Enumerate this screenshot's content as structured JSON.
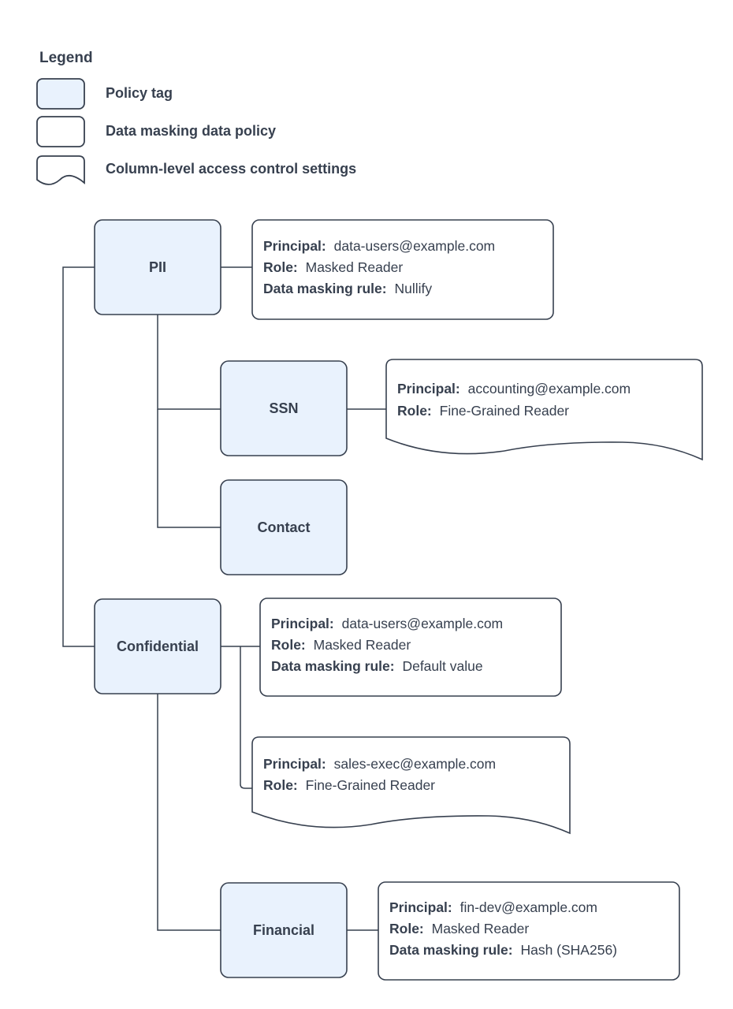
{
  "legend": {
    "title": "Legend",
    "items": [
      {
        "icon": "rounded-rect-blue-swatch",
        "label": "Policy tag"
      },
      {
        "icon": "rounded-rect-white-swatch",
        "label": "Data masking data policy"
      },
      {
        "icon": "wavy-bottom-document-swatch",
        "label": "Column-level access control settings"
      }
    ]
  },
  "nodes": {
    "pii": {
      "label": "PII"
    },
    "ssn": {
      "label": "SSN"
    },
    "contact": {
      "label": "Contact"
    },
    "confidential": {
      "label": "Confidential"
    },
    "financial": {
      "label": "Financial"
    }
  },
  "cards": {
    "pii_policy": {
      "shape": "rounded-rect",
      "lines": [
        {
          "key": "Principal:",
          "value": "data-users@example.com"
        },
        {
          "key": "Role:",
          "value": "Masked Reader"
        },
        {
          "key": "Data masking rule:",
          "value": "Nullify"
        }
      ]
    },
    "ssn_access": {
      "shape": "wavy-bottom",
      "lines": [
        {
          "key": "Principal:",
          "value": "accounting@example.com"
        },
        {
          "key": "Role:",
          "value": "Fine-Grained Reader"
        }
      ]
    },
    "confidential_policy": {
      "shape": "rounded-rect",
      "lines": [
        {
          "key": "Principal:",
          "value": "data-users@example.com"
        },
        {
          "key": "Role:",
          "value": "Masked Reader"
        },
        {
          "key": "Data masking rule:",
          "value": "Default value"
        }
      ]
    },
    "confidential_access": {
      "shape": "wavy-bottom",
      "lines": [
        {
          "key": "Principal:",
          "value": "sales-exec@example.com"
        },
        {
          "key": "Role:",
          "value": "Fine-Grained Reader"
        }
      ]
    },
    "financial_policy": {
      "shape": "rounded-rect",
      "lines": [
        {
          "key": "Principal:",
          "value": "fin-dev@example.com"
        },
        {
          "key": "Role:",
          "value": "Masked Reader"
        },
        {
          "key": "Data masking rule:",
          "value": "Hash (SHA256)"
        }
      ]
    }
  },
  "colors": {
    "policy_tag_fill": "#e9f2fd",
    "stroke": "#37404f",
    "card_fill": "#ffffff",
    "text": "#37404f"
  }
}
